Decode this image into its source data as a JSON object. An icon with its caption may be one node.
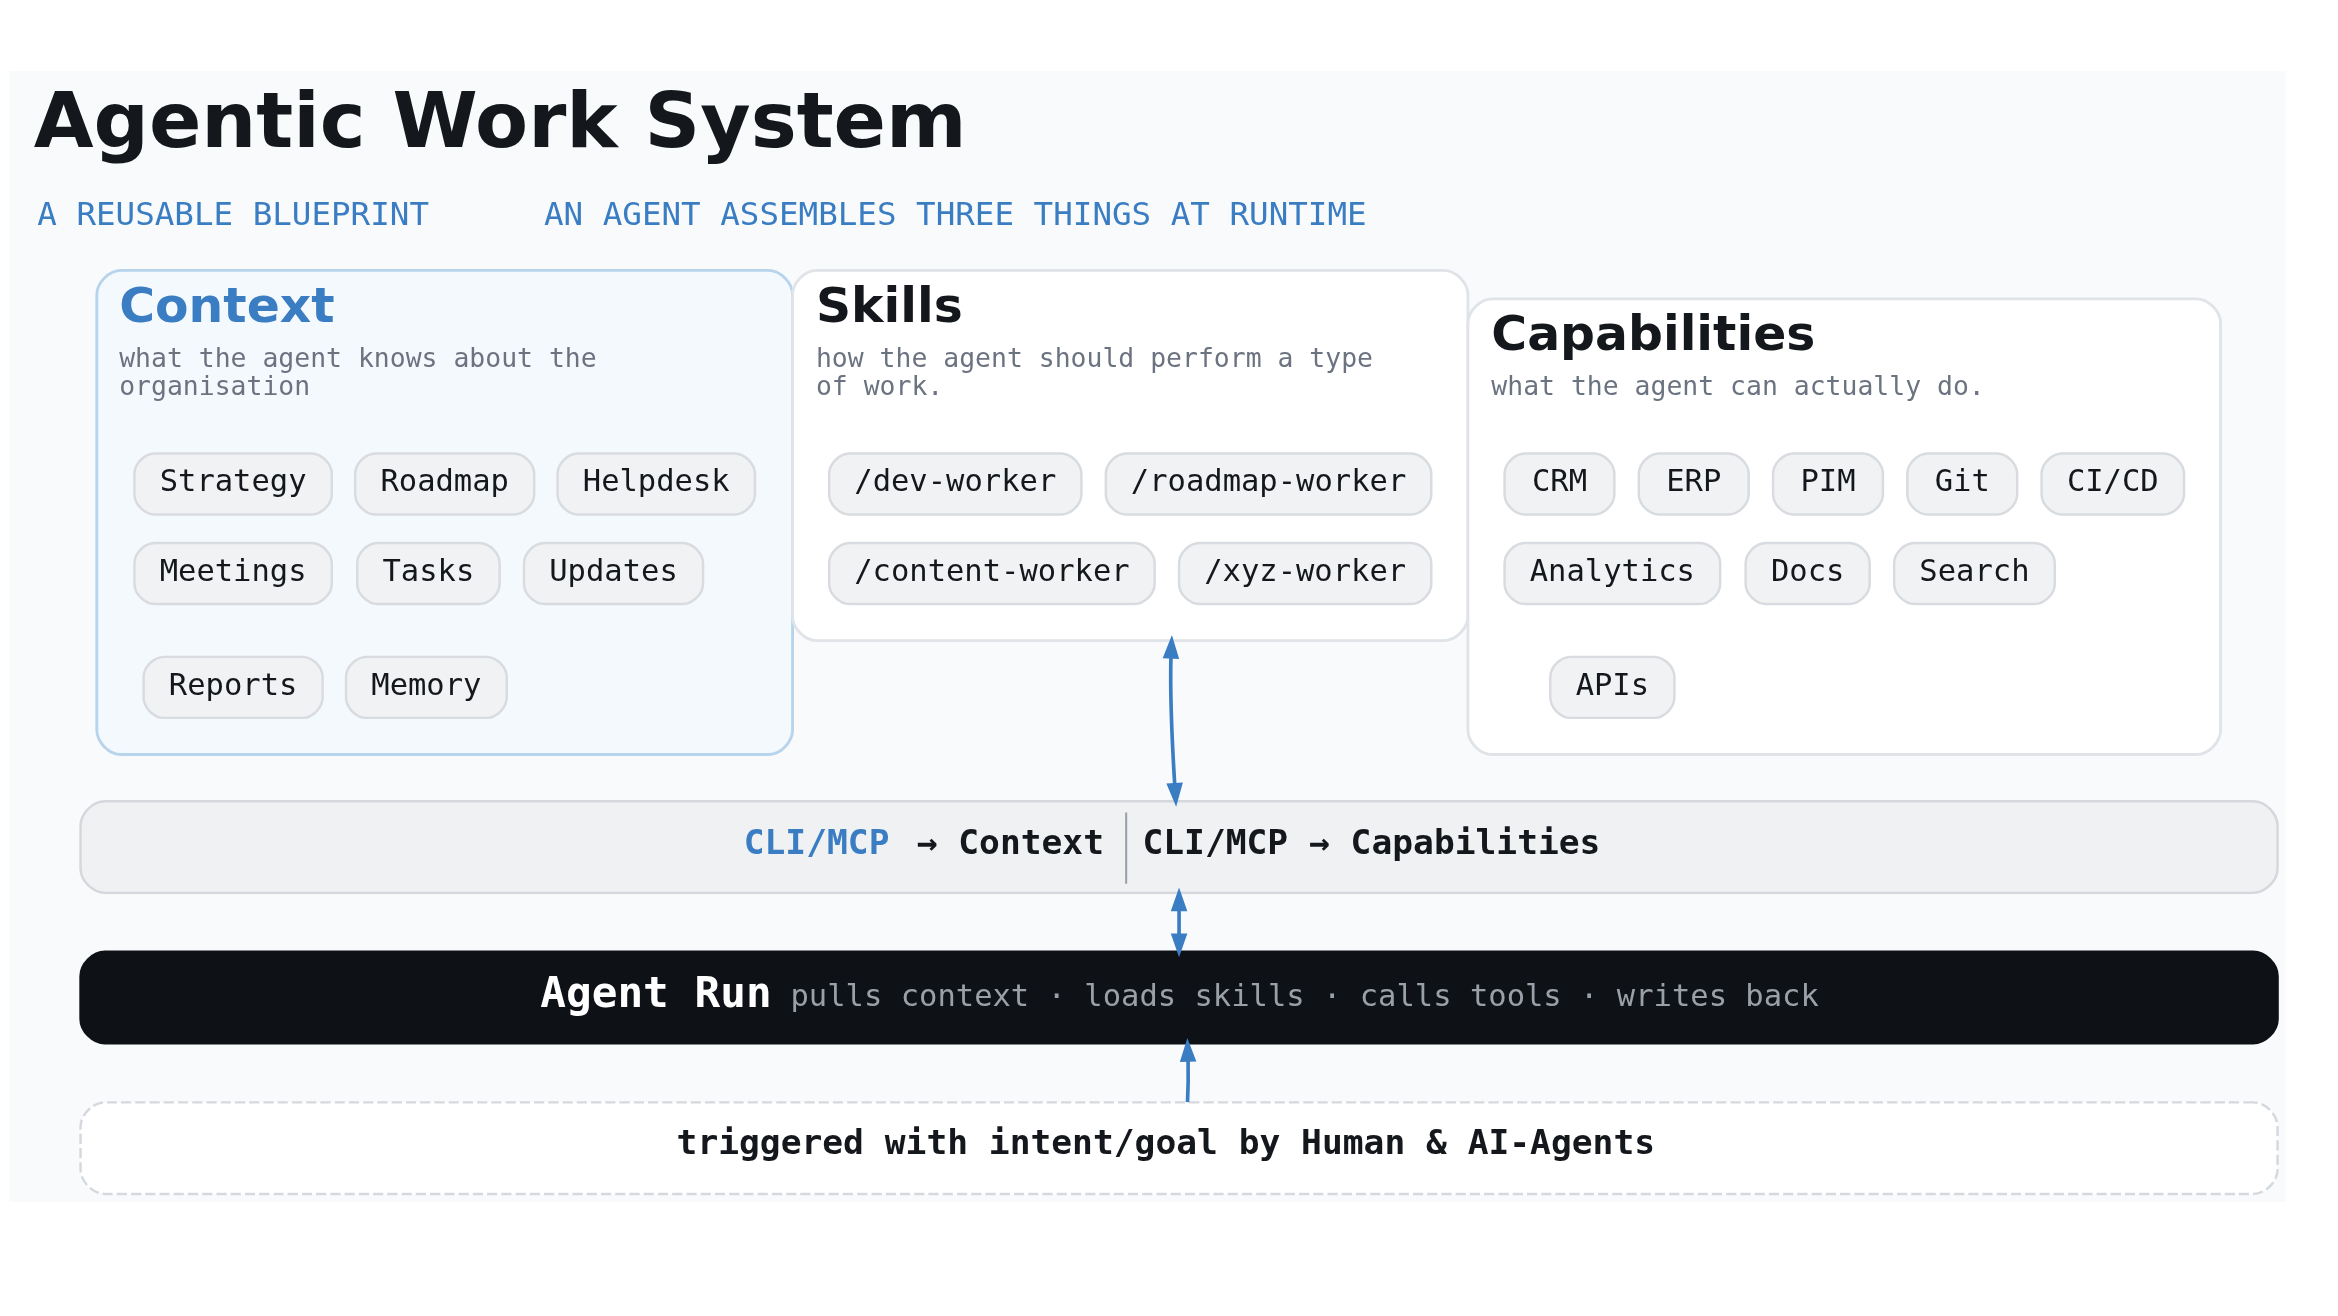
{
  "diagram": {
    "title": "Agentic Work System",
    "nodes": [
      {
        "text": [
          "Context",
          "what the agent knows about the organisation"
        ]
      },
      {
        "text": [
          "Strategy"
        ],
        "in": 0
      },
      {
        "text": [
          "Roadmap"
        ],
        "in": 0
      },
      {
        "text": [
          "Helpdesk"
        ],
        "in": 0
      },
      {
        "text": [
          "Meetings"
        ],
        "in": 0
      },
      {
        "text": [
          "Tasks"
        ],
        "in": 0
      },
      {
        "text": [
          "Updates"
        ],
        "in": 0
      },
      {
        "text": [
          "Reports"
        ],
        "in": 0
      },
      {
        "text": [
          "Memory"
        ],
        "in": 0
      },
      {
        "text": [
          "Skills",
          "how the agent should perform a type of work."
        ]
      },
      {
        "text": [
          "/dev-worker"
        ],
        "in": 9
      },
      {
        "text": [
          "/roadmap-worker"
        ],
        "in": 9
      },
      {
        "text": [
          "/content-worker"
        ],
        "in": 9
      },
      {
        "text": [
          "/xyz-worker"
        ],
        "in": 9
      },
      {
        "text": [
          "Capabilities",
          "what the agent can actually do."
        ]
      },
      {
        "text": [
          "CRM"
        ],
        "in": 14
      },
      {
        "text": [
          "ERP"
        ],
        "in": 14
      },
      {
        "text": [
          "PIM"
        ],
        "in": 14
      },
      {
        "text": [
          "Git"
        ],
        "in": 14
      },
      {
        "text": [
          "CI/CD"
        ],
        "in": 14
      },
      {
        "text": [
          "Analytics"
        ],
        "in": 14
      },
      {
        "text": [
          "Docs"
        ],
        "in": 14
      },
      {
        "text": [
          "Search"
        ],
        "in": 14
      },
      {
        "text": [
          "APIs"
        ],
        "in": 14
      },
      {
        "text": [
          "CLI/MCP → Context",
          "CLI/MCP → Capabilities"
        ]
      },
      {
        "text": [
          "Agent Run",
          "pulls context · loads skills · calls tools · writes back"
        ]
      },
      {
        "text": [
          "triggered with intent/goal by Human & AI-Agents"
        ]
      }
    ],
    "edges": [
      {
        "from": 9,
        "to": 24,
        "arrow": "both"
      },
      {
        "from": 24,
        "to": 25,
        "arrow": "both"
      },
      {
        "from": 26,
        "to": 25,
        "arrow": "to"
      }
    ],
    "labels": [
      "A REUSABLE BLUEPRINT",
      "AN AGENT ASSEMBLES THREE THINGS AT RUNTIME"
    ]
  }
}
